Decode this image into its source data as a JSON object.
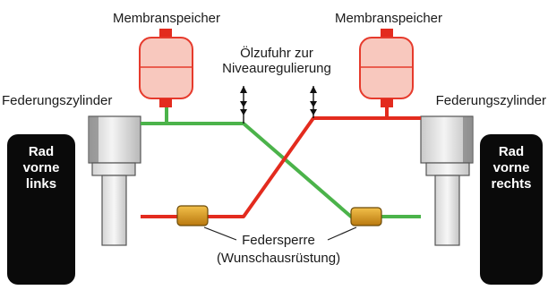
{
  "labels": {
    "accumulator_left": "Membranspeicher",
    "accumulator_right": "Membranspeicher",
    "oil_supply_line1": "Ölzufuhr zur",
    "oil_supply_line2": "Niveauregulierung",
    "strut_left": "Federungszylinder",
    "strut_right": "Federungszylinder",
    "lock_line1": "Federsperre",
    "lock_line2": "(Wunschausrüstung)"
  },
  "wheel_left": {
    "line1": "Rad",
    "line2": "vorne",
    "line3": "links"
  },
  "wheel_right": {
    "line1": "Rad",
    "line2": "vorne",
    "line3": "rechts"
  },
  "colors": {
    "line_green": "#4bb34a",
    "line_red": "#e32b1e",
    "accumulator_fill": "#f8c8be",
    "accumulator_stroke": "#e63a2c",
    "lock_valve": "#e3a21a",
    "wheel": "#0a0a0a"
  }
}
